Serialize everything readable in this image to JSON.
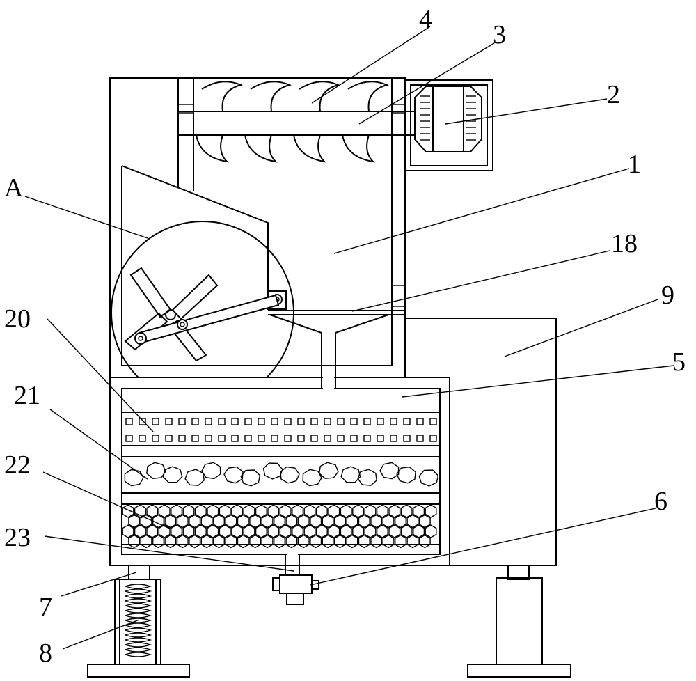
{
  "labels": {
    "l1": "1",
    "l2": "2",
    "l3": "3",
    "l4": "4",
    "l5": "5",
    "l6": "6",
    "l7": "7",
    "l8": "8",
    "l9": "9",
    "l18": "18",
    "l20": "20",
    "l21": "21",
    "l22": "22",
    "l23": "23",
    "lA": "A"
  }
}
